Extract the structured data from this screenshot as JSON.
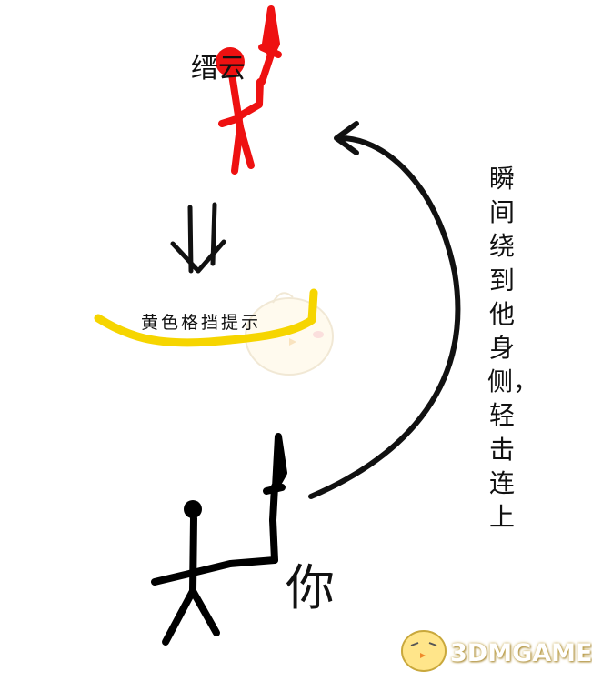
{
  "enemy": {
    "name": "缙云",
    "color": "#ee1111"
  },
  "player": {
    "name": "你",
    "color": "#000000"
  },
  "parry": {
    "hint": "黄色格挡提示",
    "color": "#f6d500"
  },
  "side_note": "瞬间绕到他身侧，轻击连上",
  "watermark": {
    "text": "3DMGAME"
  },
  "icons": [
    "down-double-arrow-icon",
    "up-arrow-icon",
    "curved-arrow-icon",
    "mascot-chick-icon"
  ]
}
